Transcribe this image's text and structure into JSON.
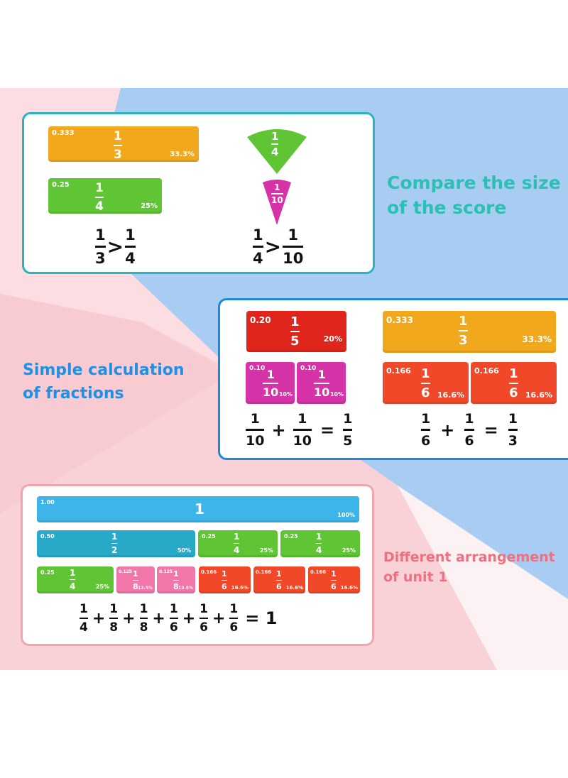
{
  "colors": {
    "background_pink": "#f9d2d8",
    "background_blue": "#a9cdf2",
    "teal_heading": "#2cc0b4",
    "blue_heading": "#1e90e6",
    "pink_heading": "#f07080"
  },
  "headings": {
    "compare": [
      "Compare the size",
      "of the score"
    ],
    "calculation": [
      "Simple calculation",
      "of fractions"
    ],
    "arrangement": [
      "Different arrangement",
      "of unit 1"
    ]
  },
  "compare_panel": {
    "third_tile": {
      "decimal": "0.333",
      "num": "1",
      "den": "3",
      "percent": "33.3%"
    },
    "quarter_tile": {
      "decimal": "0.25",
      "num": "1",
      "den": "4",
      "percent": "25%"
    },
    "quarter_wedge": {
      "num": "1",
      "den": "4"
    },
    "tenth_wedge": {
      "num": "1",
      "den": "10"
    },
    "eq1": {
      "a_num": "1",
      "a_den": "3",
      "op": ">",
      "b_num": "1",
      "b_den": "4"
    },
    "eq2": {
      "a_num": "1",
      "a_den": "4",
      "op": ">",
      "b_num": "1",
      "b_den": "10"
    }
  },
  "calc_panel": {
    "fifth_tile": {
      "decimal": "0.20",
      "num": "1",
      "den": "5",
      "percent": "20%"
    },
    "tenth_tile_a": {
      "decimal": "0.10",
      "num": "1",
      "den": "10",
      "percent": "10%"
    },
    "tenth_tile_b": {
      "decimal": "0.10",
      "num": "1",
      "den": "10",
      "percent": "10%"
    },
    "third_tile": {
      "decimal": "0.333",
      "num": "1",
      "den": "3",
      "percent": "33.3%"
    },
    "sixth_tile_a": {
      "decimal": "0.166",
      "num": "1",
      "den": "6",
      "percent": "16.6%"
    },
    "sixth_tile_b": {
      "decimal": "0.166",
      "num": "1",
      "den": "6",
      "percent": "16.6%"
    },
    "eq1": {
      "a_num": "1",
      "a_den": "10",
      "plus": "+",
      "b_num": "1",
      "b_den": "10",
      "eq": "=",
      "c_num": "1",
      "c_den": "5"
    },
    "eq2": {
      "a_num": "1",
      "a_den": "6",
      "plus": "+",
      "b_num": "1",
      "b_den": "6",
      "eq": "=",
      "c_num": "1",
      "c_den": "3"
    }
  },
  "unit_panel": {
    "whole": {
      "decimal": "1.00",
      "label": "1",
      "percent": "100%"
    },
    "half": {
      "decimal": "0.50",
      "num": "1",
      "den": "2",
      "percent": "50%"
    },
    "quarter_a": {
      "decimal": "0.25",
      "num": "1",
      "den": "4",
      "percent": "25%"
    },
    "quarter_b": {
      "decimal": "0.25",
      "num": "1",
      "den": "4",
      "percent": "25%"
    },
    "quarter_c": {
      "decimal": "0.25",
      "num": "1",
      "den": "4",
      "percent": "25%"
    },
    "eighth_a": {
      "decimal": "0.125",
      "num": "1",
      "den": "8",
      "percent": "12.5%"
    },
    "eighth_b": {
      "decimal": "0.125",
      "num": "1",
      "den": "8",
      "percent": "12.5%"
    },
    "sixth_a": {
      "decimal": "0.166",
      "num": "1",
      "den": "6",
      "percent": "16.6%"
    },
    "sixth_b": {
      "decimal": "0.166",
      "num": "1",
      "den": "6",
      "percent": "16.6%"
    },
    "sixth_c": {
      "decimal": "0.166",
      "num": "1",
      "den": "6",
      "percent": "16.6%"
    },
    "equation": {
      "terms": [
        {
          "num": "1",
          "den": "4"
        },
        {
          "num": "1",
          "den": "8"
        },
        {
          "num": "1",
          "den": "8"
        },
        {
          "num": "1",
          "den": "6"
        },
        {
          "num": "1",
          "den": "6"
        },
        {
          "num": "1",
          "den": "6"
        }
      ],
      "plus": "+",
      "result": "= 1"
    }
  }
}
